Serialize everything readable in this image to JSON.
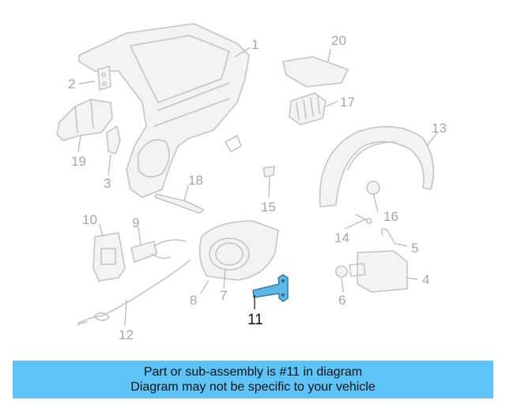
{
  "callouts": {
    "c1": "1",
    "c2": "2",
    "c3": "3",
    "c4": "4",
    "c5": "5",
    "c6": "6",
    "c7": "7",
    "c8": "8",
    "c9": "9",
    "c10": "10",
    "c11": "11",
    "c12": "12",
    "c13": "13",
    "c14": "14",
    "c15": "15",
    "c16": "16",
    "c17": "17",
    "c18": "18",
    "c19": "19",
    "c20": "20"
  },
  "highlight": {
    "part_number": "11",
    "color": "#5bb8e8"
  },
  "banner": {
    "line1": "Part or sub-assembly is #11 in diagram",
    "line2": "Diagram may not be specific to your vehicle",
    "background": "#5cc4f6"
  }
}
